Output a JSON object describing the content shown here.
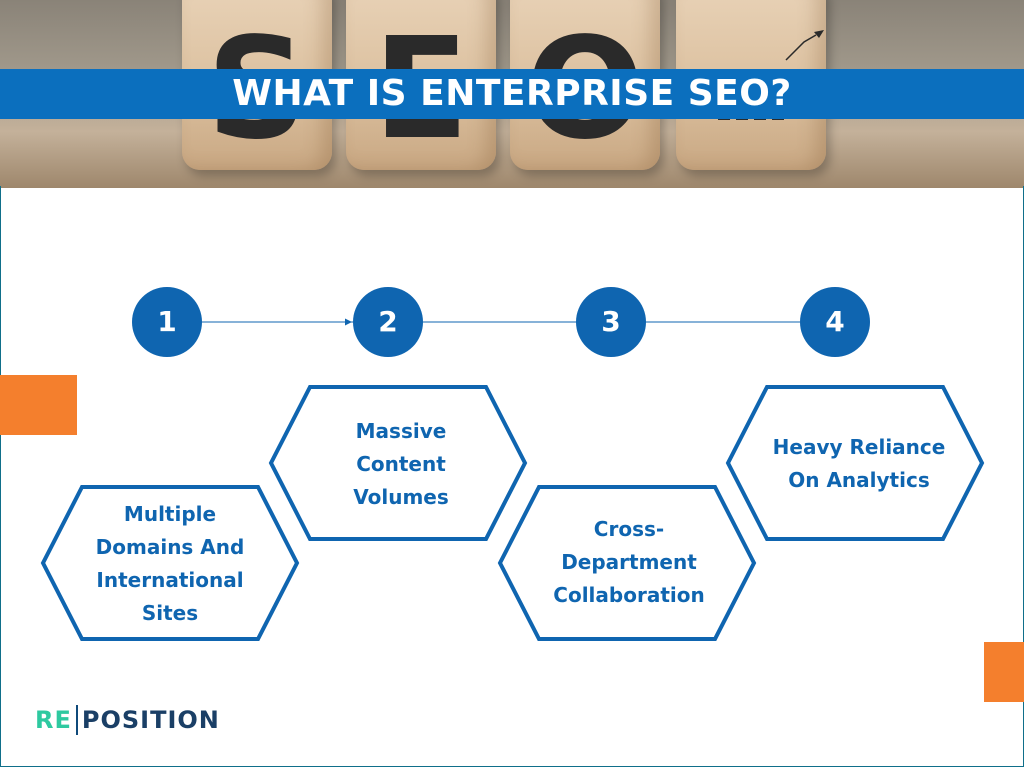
{
  "banner": {
    "title": "WHAT IS ENTERPRISE SEO?",
    "cube_letters": [
      "S",
      "E",
      "O"
    ]
  },
  "steps": [
    {
      "number": "1",
      "label": "Multiple Domains And International Sites"
    },
    {
      "number": "2",
      "label": "Massive Content Volumes"
    },
    {
      "number": "3",
      "label": "Cross-Department Collaboration"
    },
    {
      "number": "4",
      "label": "Heavy Reliance On Analytics"
    }
  ],
  "logo": {
    "part1": "RE",
    "part2": "POSITION"
  },
  "colors": {
    "primary_blue": "#0f65b0",
    "banner_blue": "#0b6fbe",
    "accent_orange": "#f47f2d",
    "logo_teal": "#2ec9a0"
  }
}
